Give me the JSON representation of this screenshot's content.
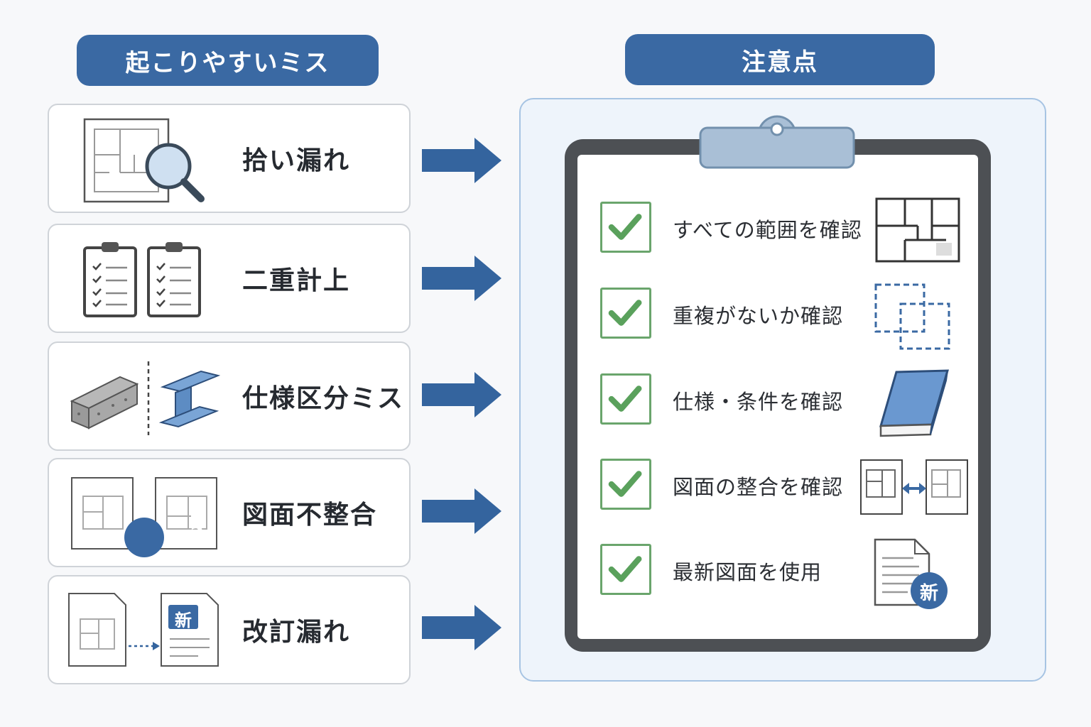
{
  "left_header": "起こりやすいミス",
  "right_header": "注意点",
  "mistakes": [
    {
      "label": "拾い漏れ",
      "icon": "floorplan-magnifier-icon"
    },
    {
      "label": "二重計上",
      "icon": "duplicate-clipboards-icon"
    },
    {
      "label": "仕様区分ミス",
      "icon": "concrete-steel-icon"
    },
    {
      "label": "図面不整合",
      "icon": "drawing-mismatch-icon"
    },
    {
      "label": "改訂漏れ",
      "icon": "revision-document-icon"
    }
  ],
  "badges": {
    "question": "?",
    "new": "新"
  },
  "checks": [
    {
      "label": "すべての範囲を確認",
      "icon": "full-floorplan-icon"
    },
    {
      "label": "重複がないか確認",
      "icon": "overlap-squares-icon"
    },
    {
      "label": "仕様・条件を確認",
      "icon": "specification-book-icon"
    },
    {
      "label": "図面の整合を確認",
      "icon": "compare-drawings-icon"
    },
    {
      "label": "最新図面を使用",
      "icon": "new-document-icon"
    }
  ],
  "colors": {
    "header": "#3a69a3",
    "arrow": "#34649e",
    "check": "#5aa15c",
    "panel_border": "#a7c4e3"
  }
}
